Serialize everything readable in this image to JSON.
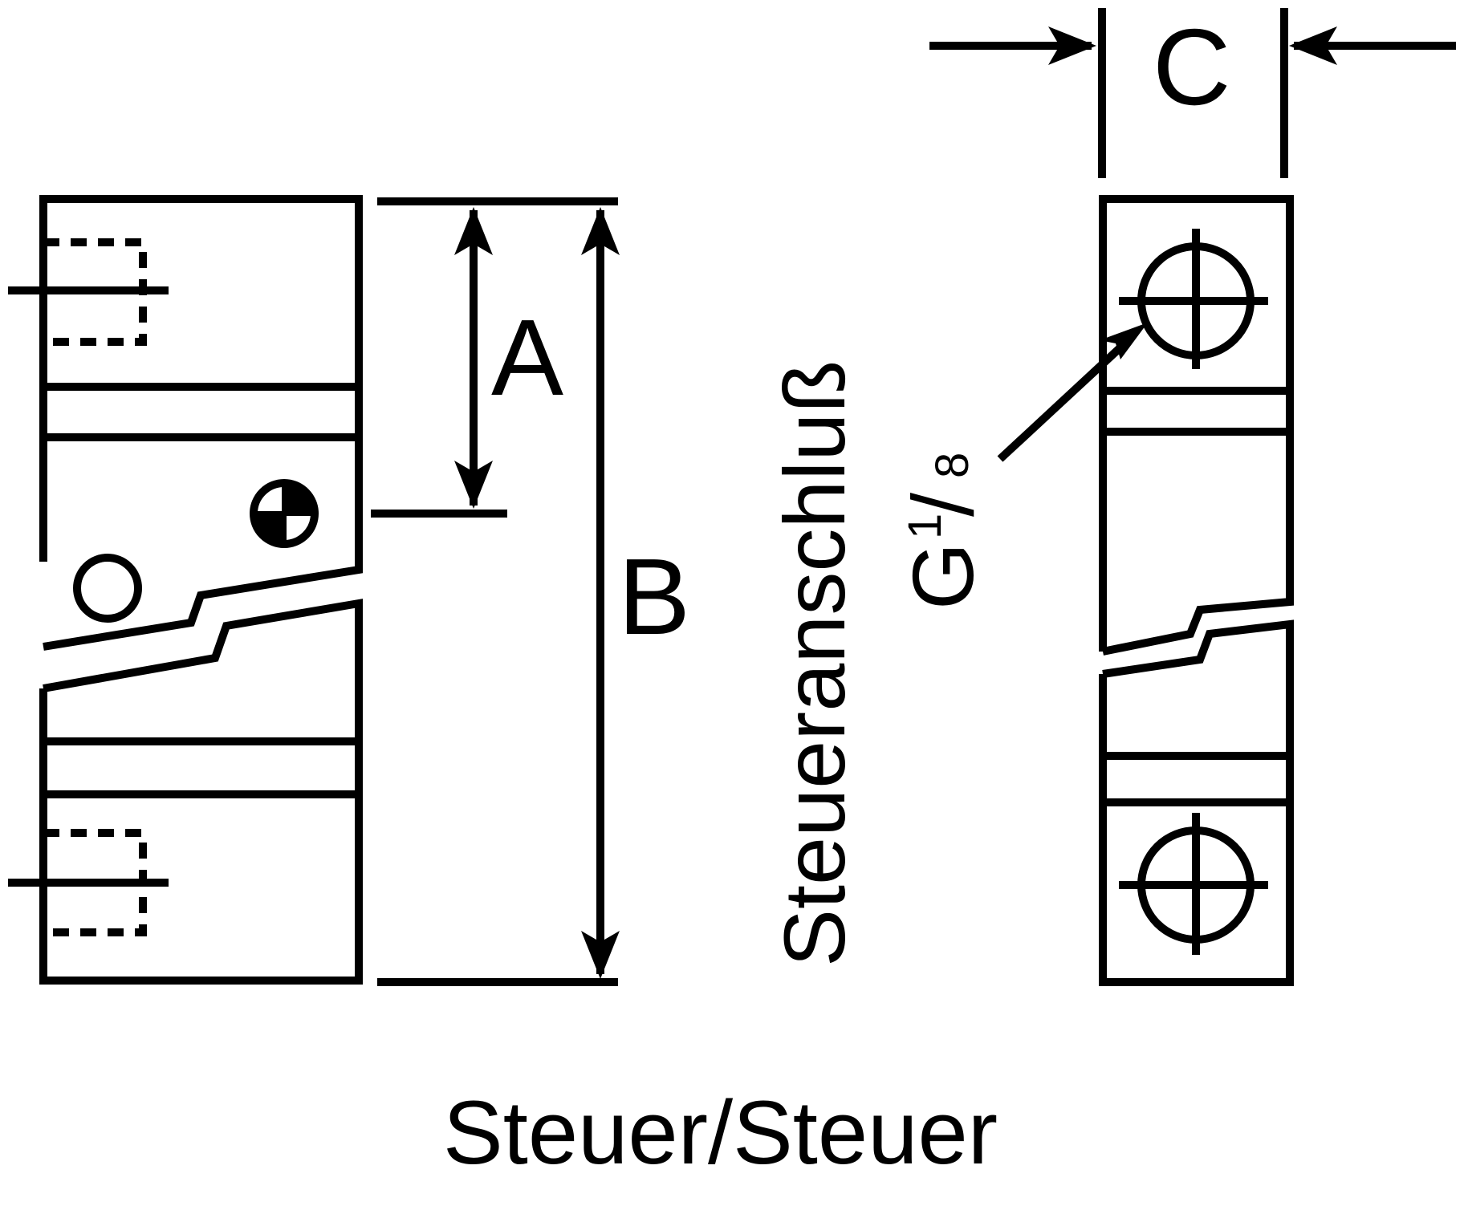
{
  "labels": {
    "A": "A",
    "B": "B",
    "C": "C",
    "port_label": "Steueranschluß",
    "thread_G": "G",
    "thread_num": "1",
    "thread_slash": "/",
    "thread_den": "8",
    "caption": "Steuer/Steuer"
  },
  "colors": {
    "line": "#000000",
    "background": "#ffffff"
  },
  "icons": {
    "com_marker": "center-of-mass-icon",
    "pivot_marker": "circle-icon",
    "port_marker": "crosshair-circle-icon"
  }
}
